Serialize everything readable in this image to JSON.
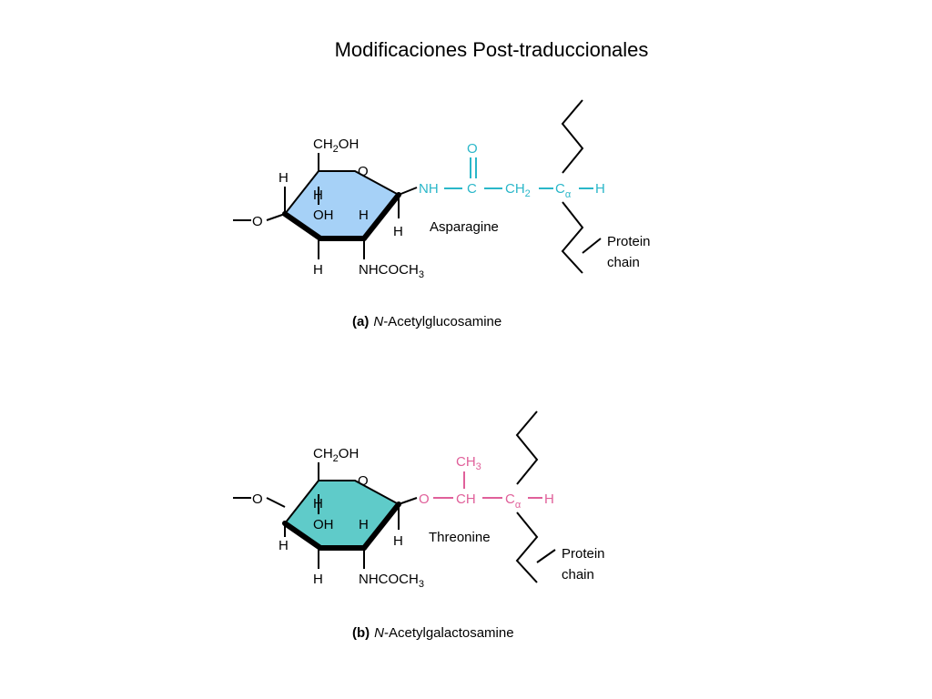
{
  "title": "Modificaciones Post-traduccionales",
  "panel_a": {
    "ring_fill": "#a6d1f7",
    "labels": {
      "ch2oh_main": "CH",
      "ch2oh_sub": "2",
      "ch2oh_end": "OH",
      "ring_o": "O",
      "h_left": "H",
      "h_mid": "H",
      "oh": "OH",
      "h_right_inner": "H",
      "h_right": "H",
      "h_bottom": "H",
      "nhcoch3_main": "NHCOCH",
      "nhcoch3_sub": "3",
      "o_link": "O",
      "nh": "NH",
      "c": "C",
      "carbonyl_o": "O",
      "ch2_main": "CH",
      "ch2_sub": "2",
      "ca_main": "C",
      "ca_sub": "α",
      "h_alpha": "H",
      "residue": "Asparagine",
      "protein_1": "Protein",
      "protein_2": "chain"
    },
    "caption_letter": "(a)",
    "caption_italic": "N",
    "caption_rest": "-Acetylglucosamine"
  },
  "panel_b": {
    "ring_fill": "#5fcbc9",
    "labels": {
      "ch2oh_main": "CH",
      "ch2oh_sub": "2",
      "ch2oh_end": "OH",
      "ring_o": "O",
      "h_left": "H",
      "h_mid": "H",
      "oh": "OH",
      "h_right_inner": "H",
      "h_right": "H",
      "h_bottom": "H",
      "nhcoch3_main": "NHCOCH",
      "nhcoch3_sub": "3",
      "o_link": "O",
      "o_thr": "O",
      "ch": "CH",
      "ch3_main": "CH",
      "ch3_sub": "3",
      "ca_main": "C",
      "ca_sub": "α",
      "h_alpha": "H",
      "residue": "Threonine",
      "protein_1": "Protein",
      "protein_2": "chain"
    },
    "caption_letter": "(b)",
    "caption_italic": "N",
    "caption_rest": "-Acetylgalactosamine"
  }
}
